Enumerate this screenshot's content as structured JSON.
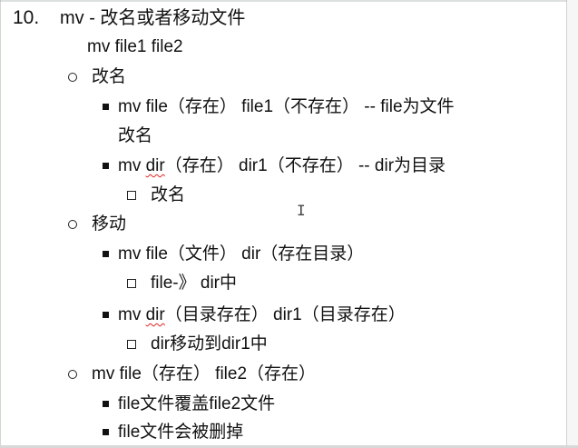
{
  "heading": {
    "number": "10.",
    "text": "mv - 改名或者移动文件"
  },
  "syntax": "mv file1 file2",
  "sections": [
    {
      "title": "改名",
      "items": [
        {
          "line1": "mv file（存在） file1（不存在） -- file为文件",
          "line2": "改名"
        },
        {
          "cmd": "mv",
          "arg": "dir",
          "rest": "（存在） dir1（不存在） -- dir为目录",
          "sub": "改名"
        }
      ]
    },
    {
      "title": "移动",
      "items": [
        {
          "line1": "mv file（文件） dir（存在目录）",
          "sub": "file-》 dir中"
        },
        {
          "cmd": "mv",
          "arg": "dir",
          "rest": "（目录存在） dir1（目录存在）",
          "sub": "dir移动到dir1中"
        }
      ]
    },
    {
      "title": "mv file（存在） file2（存在）",
      "items": [
        {
          "line1": "file文件覆盖file2文件"
        },
        {
          "line1": "file文件会被删掉"
        }
      ]
    }
  ]
}
